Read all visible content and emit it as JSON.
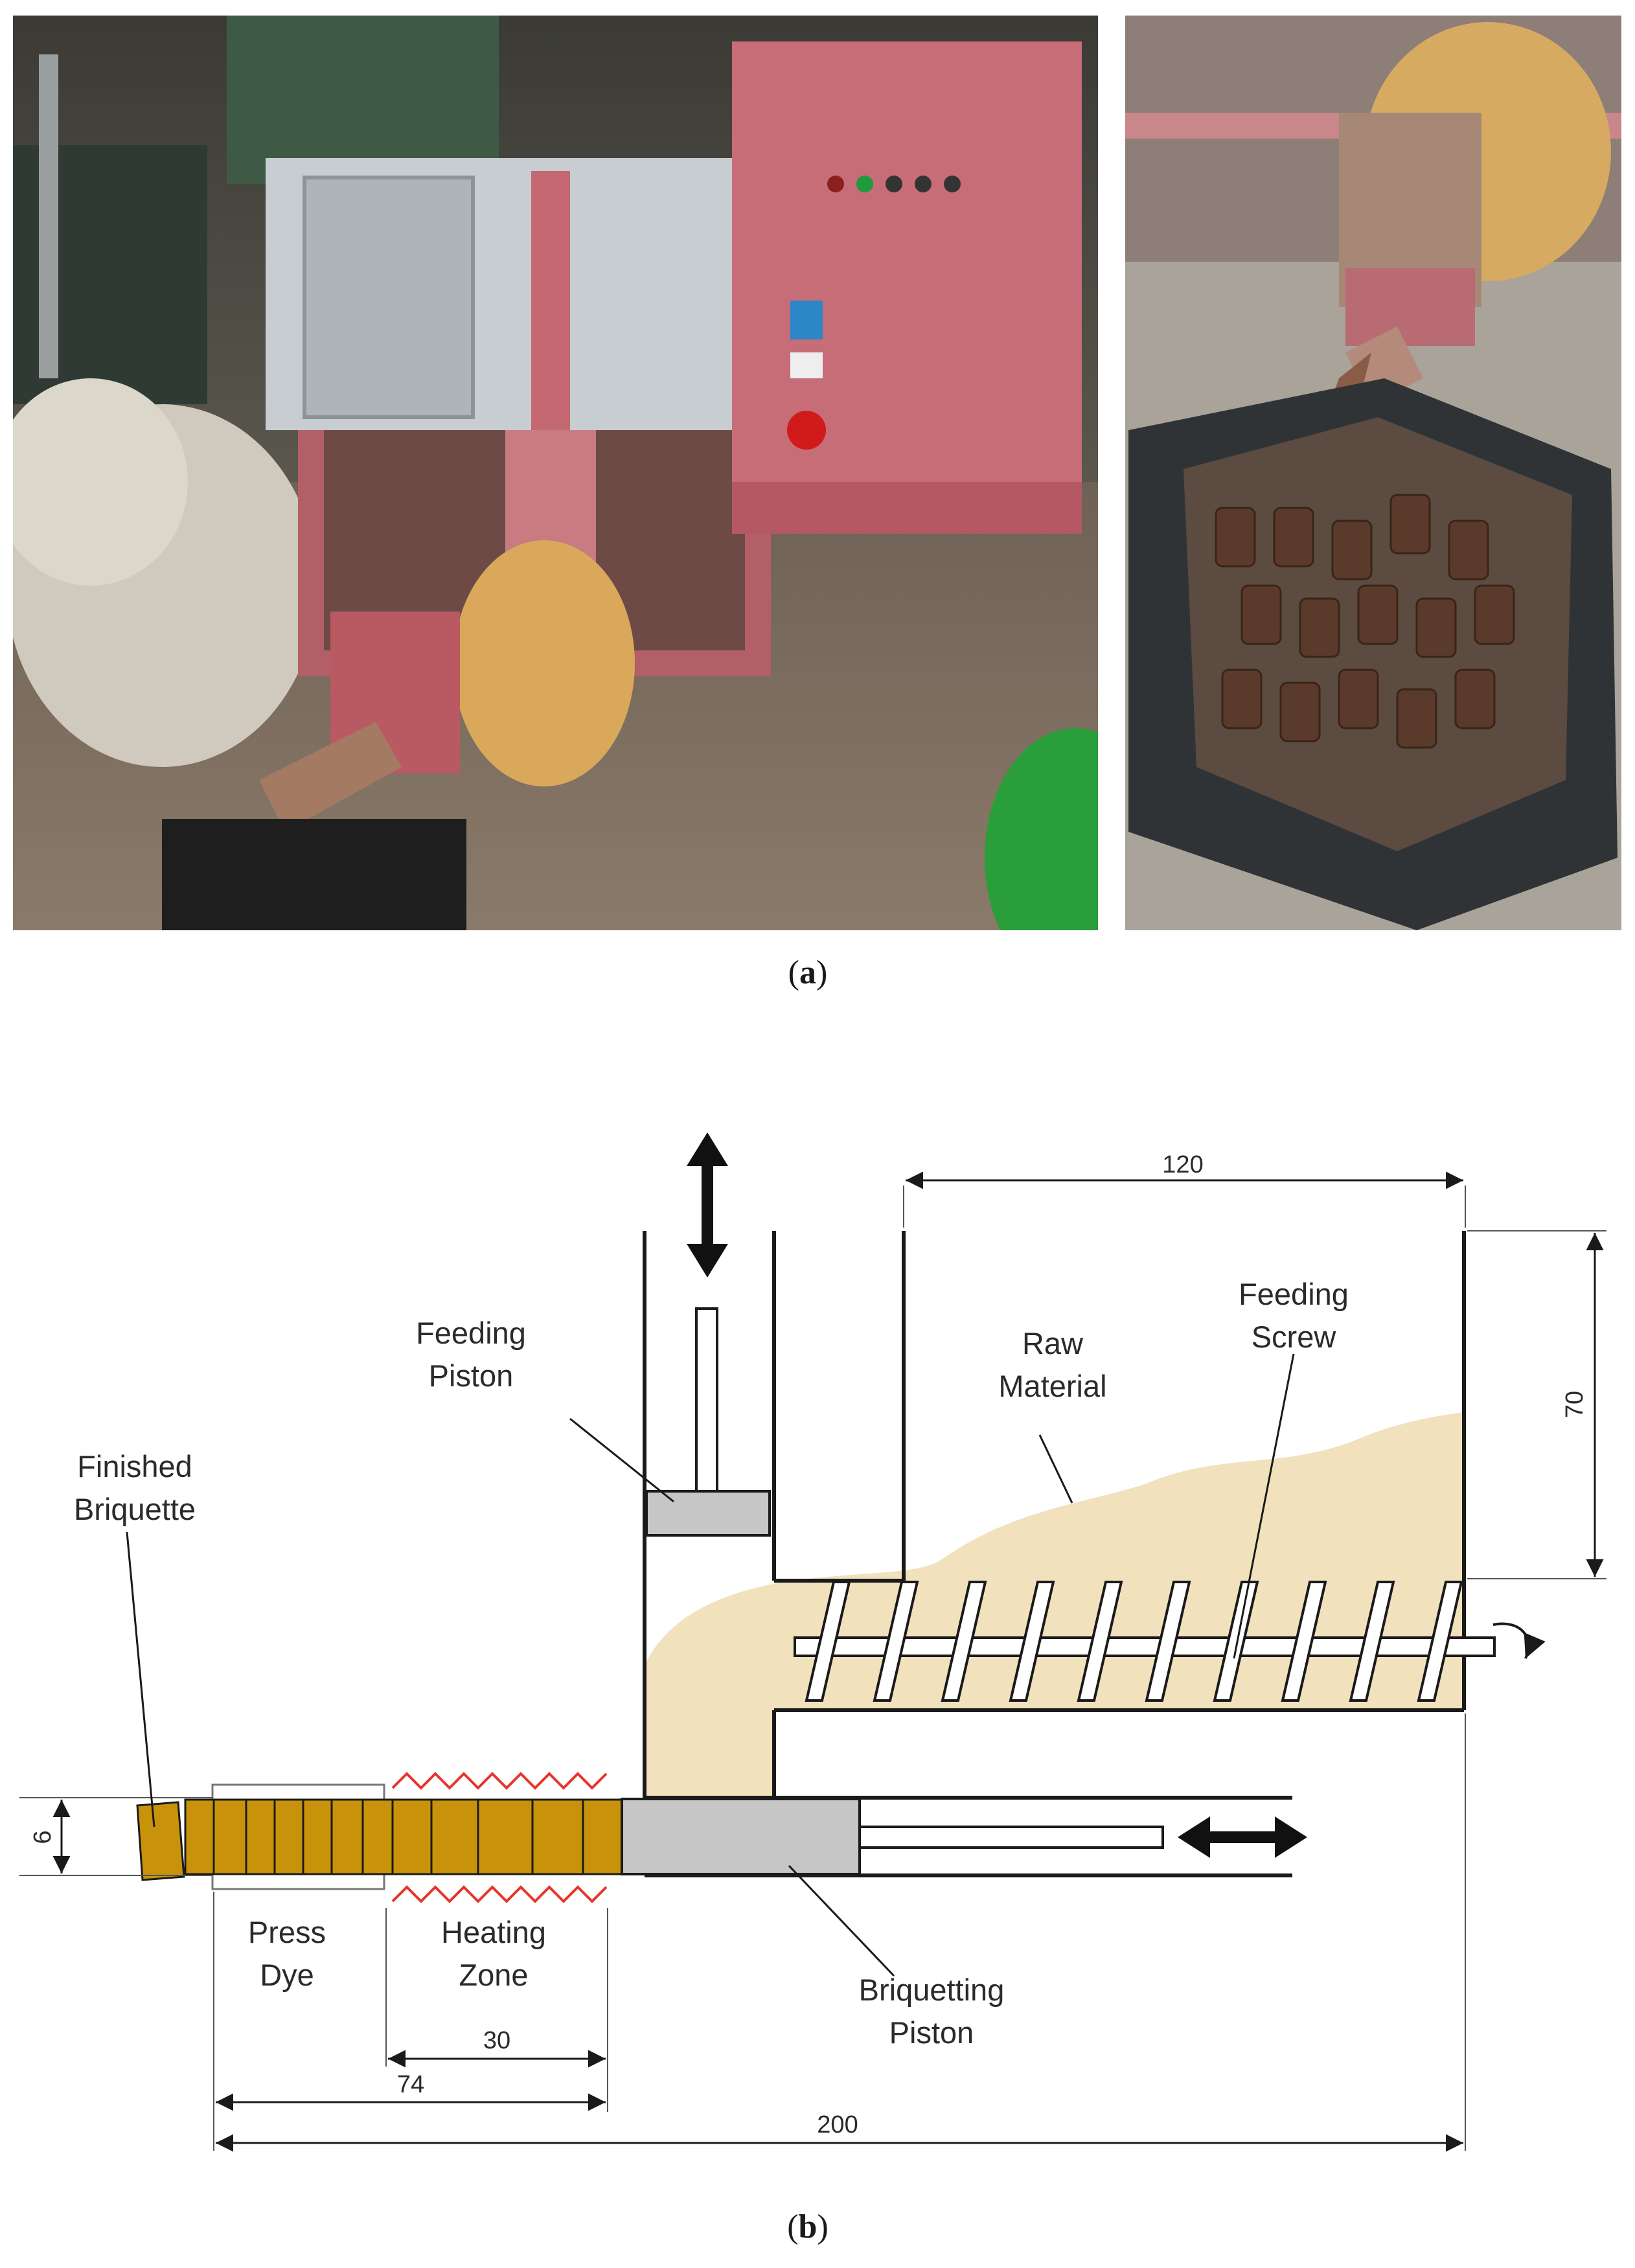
{
  "panels": {
    "a": {
      "open": "(",
      "letter": "a",
      "close": ")"
    },
    "b": {
      "open": "(",
      "letter": "b",
      "close": ")"
    }
  },
  "photos": {
    "machine": {
      "subject": "briquetting-machine-photo"
    },
    "output": {
      "subject": "briquettes-in-bin-photo"
    }
  },
  "diagram": {
    "labels": {
      "feeding_piston": [
        "Feeding",
        "Piston"
      ],
      "raw_material": [
        "Raw",
        "Material"
      ],
      "feeding_screw": [
        "Feeding",
        "Screw"
      ],
      "finished_briquette": [
        "Finished",
        "Briquette"
      ],
      "press_dye": [
        "Press",
        "Dye"
      ],
      "heating_zone": [
        "Heating",
        "Zone"
      ],
      "briquetting_piston": [
        "Briquetting",
        "Piston"
      ]
    },
    "dimensions": {
      "hopper_width": "120",
      "hopper_height": "70",
      "briquette_diameter": "6",
      "heating_zone_length": "30",
      "die_length": "74",
      "total_length": "200"
    },
    "colors": {
      "raw_material": "#f1e2bd",
      "briquette": "#c8930a",
      "piston": "#c6c6c6",
      "heating": "#e8352c",
      "machine_frame": "#b9606a",
      "steel": "#c8cdd2"
    }
  }
}
